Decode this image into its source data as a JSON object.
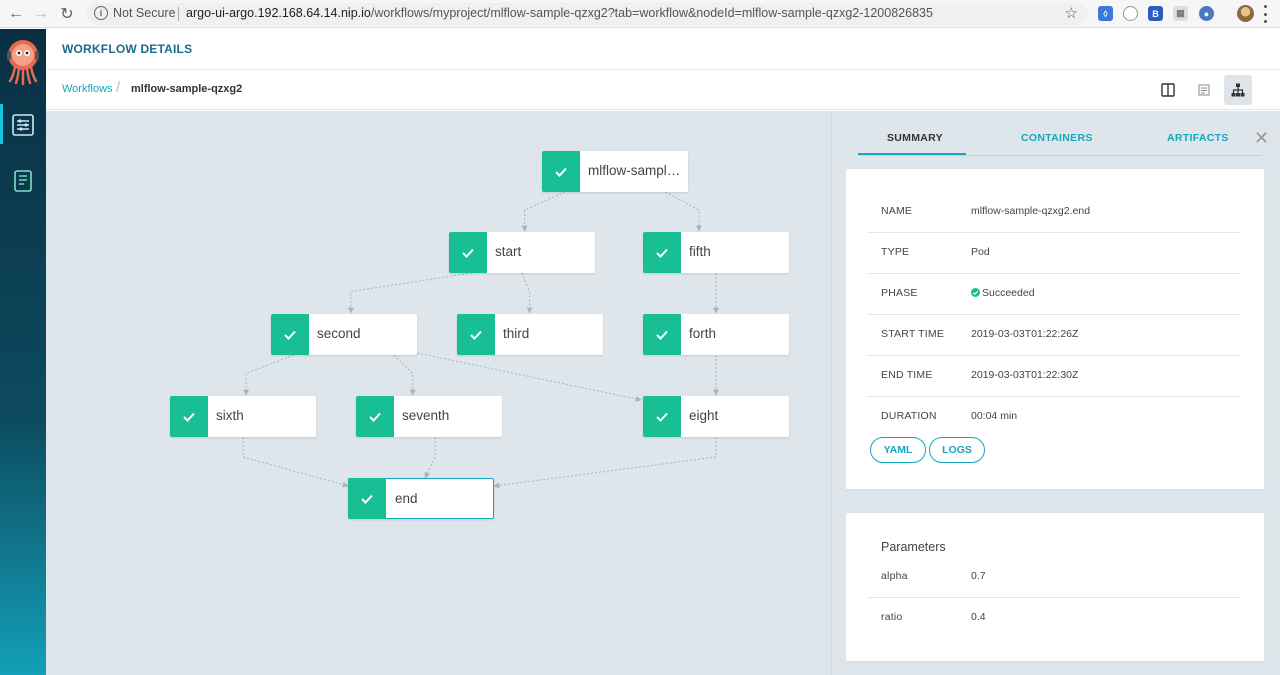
{
  "browser": {
    "security_label": "Not Secure",
    "url_host": "argo-ui-argo.192.168.64.14.nip.io",
    "url_path": "/workflows/myproject/mlflow-sample-qzxg2?tab=workflow&nodeId=mlflow-sample-qzxg2-1200826835",
    "extension_icons": [
      "translate-icon",
      "circle-icon",
      "b-icon",
      "grid-icon",
      "shield-icon"
    ]
  },
  "header": {
    "title": "WORKFLOW DETAILS"
  },
  "breadcrumb": {
    "root": "Workflows",
    "current": "mlflow-sample-qzxg2"
  },
  "view_toggle": {
    "active": "graph"
  },
  "graph": {
    "status_color": "#18be94",
    "nodes": [
      {
        "id": "root",
        "label": "mlflow-sample-...",
        "status": "succeeded"
      },
      {
        "id": "start",
        "label": "start",
        "status": "succeeded"
      },
      {
        "id": "fifth",
        "label": "fifth",
        "status": "succeeded"
      },
      {
        "id": "second",
        "label": "second",
        "status": "succeeded"
      },
      {
        "id": "third",
        "label": "third",
        "status": "succeeded"
      },
      {
        "id": "forth",
        "label": "forth",
        "status": "succeeded"
      },
      {
        "id": "sixth",
        "label": "sixth",
        "status": "succeeded"
      },
      {
        "id": "seventh",
        "label": "seventh",
        "status": "succeeded"
      },
      {
        "id": "eight",
        "label": "eight",
        "status": "succeeded"
      },
      {
        "id": "end",
        "label": "end",
        "status": "succeeded",
        "selected": true
      }
    ],
    "edges": [
      [
        "root",
        "start"
      ],
      [
        "root",
        "fifth"
      ],
      [
        "start",
        "second"
      ],
      [
        "start",
        "third"
      ],
      [
        "fifth",
        "forth"
      ],
      [
        "second",
        "sixth"
      ],
      [
        "second",
        "seventh"
      ],
      [
        "second",
        "eight"
      ],
      [
        "forth",
        "eight"
      ],
      [
        "sixth",
        "end"
      ],
      [
        "seventh",
        "end"
      ],
      [
        "eight",
        "end"
      ]
    ]
  },
  "panel": {
    "tabs": [
      {
        "label": "SUMMARY",
        "active": true
      },
      {
        "label": "CONTAINERS",
        "active": false
      },
      {
        "label": "ARTIFACTS",
        "active": false
      }
    ],
    "accent_color": "#17a6c0",
    "summary": {
      "name_label": "NAME",
      "name_value": "mlflow-sample-qzxg2.end",
      "type_label": "TYPE",
      "type_value": "Pod",
      "phase_label": "PHASE",
      "phase_value": "Succeeded",
      "start_label": "START TIME",
      "start_value": "2019-03-03T01:22:26Z",
      "end_label": "END TIME",
      "end_value": "2019-03-03T01:22:30Z",
      "duration_label": "DURATION",
      "duration_value": "00:04 min"
    },
    "buttons": {
      "yaml": "YAML",
      "logs": "LOGS"
    },
    "parameters": {
      "title": "Parameters",
      "items": [
        {
          "name": "alpha",
          "value": "0.7"
        },
        {
          "name": "ratio",
          "value": "0.4"
        }
      ]
    }
  }
}
